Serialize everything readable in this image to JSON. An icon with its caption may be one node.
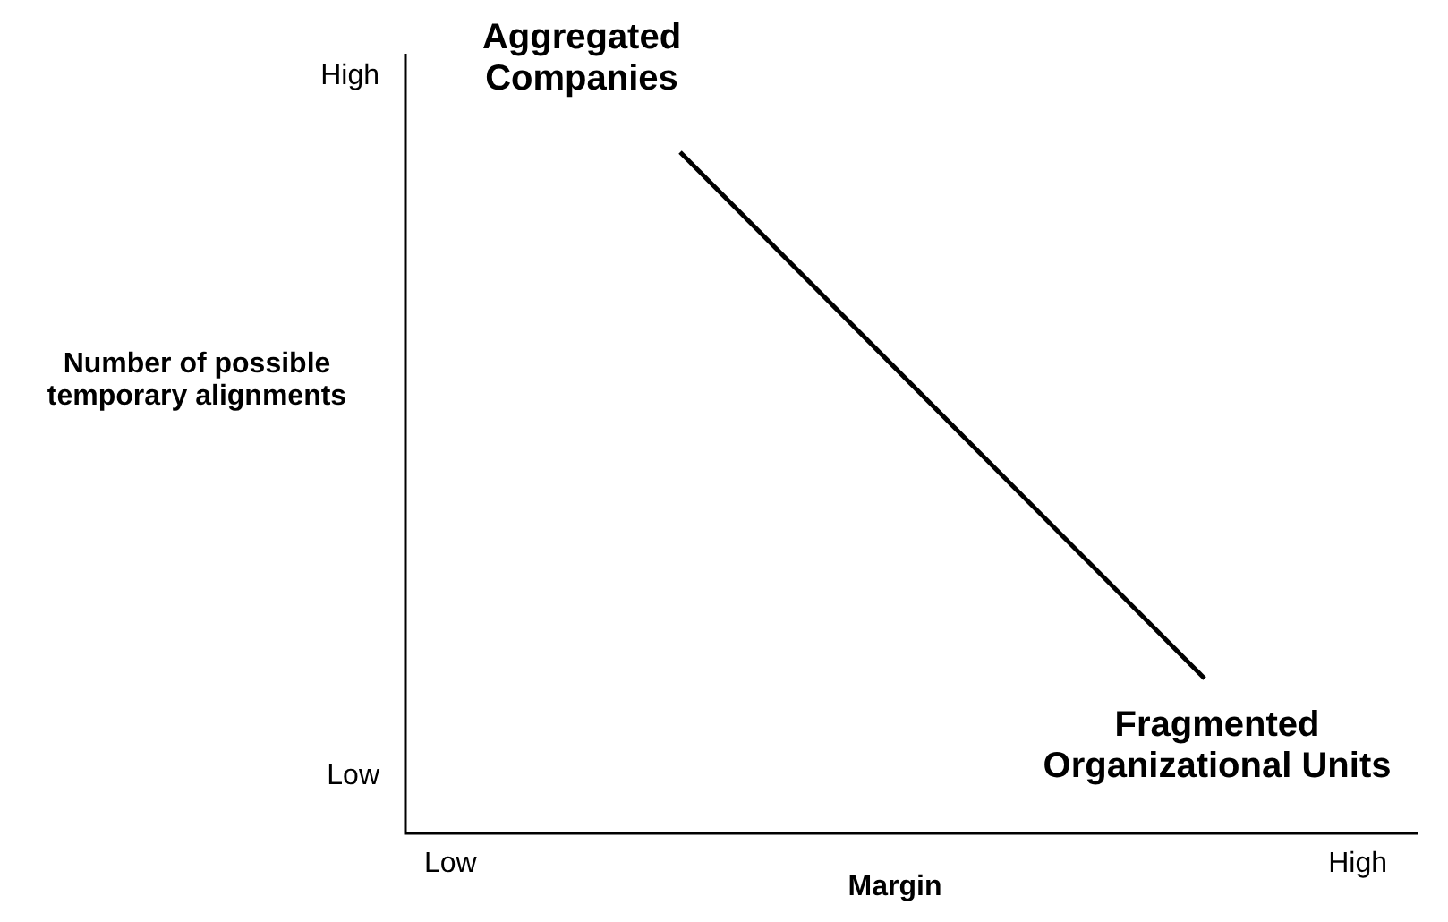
{
  "diagram": {
    "labels": [
      "Aggregated Companies",
      "High",
      "Number of possible temporary alignments",
      "Fragmented Organizational Units",
      "Low",
      "Low",
      "High",
      "Margin"
    ]
  }
}
